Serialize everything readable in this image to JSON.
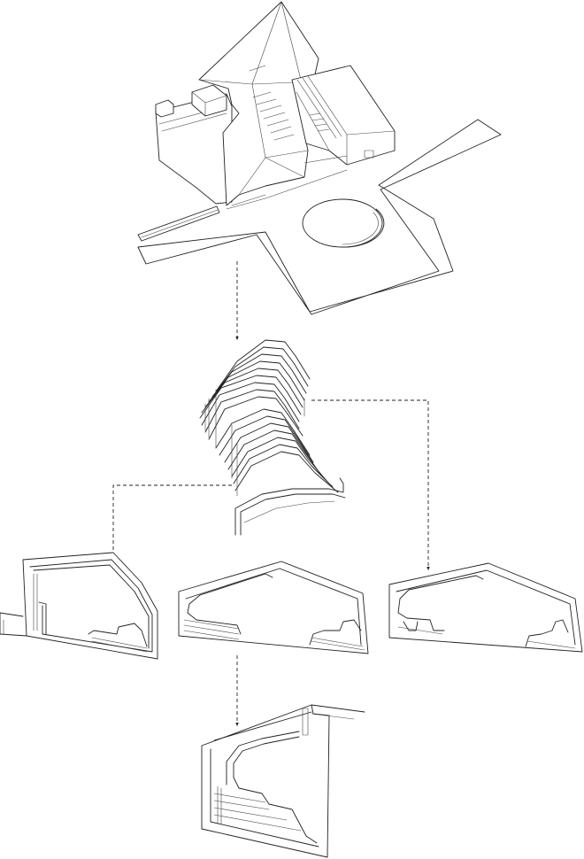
{
  "diagram": {
    "type": "exploded-axonometric-line-drawing",
    "stroke_color": "#222222",
    "background": "#ffffff",
    "components": [
      "building-axonometric",
      "rib-assembly",
      "section-left",
      "section-middle",
      "section-right",
      "section-detail"
    ],
    "connectors": [
      "building-to-ribs",
      "ribs-to-left-section",
      "ribs-to-right-section",
      "middle-section-to-detail"
    ]
  }
}
